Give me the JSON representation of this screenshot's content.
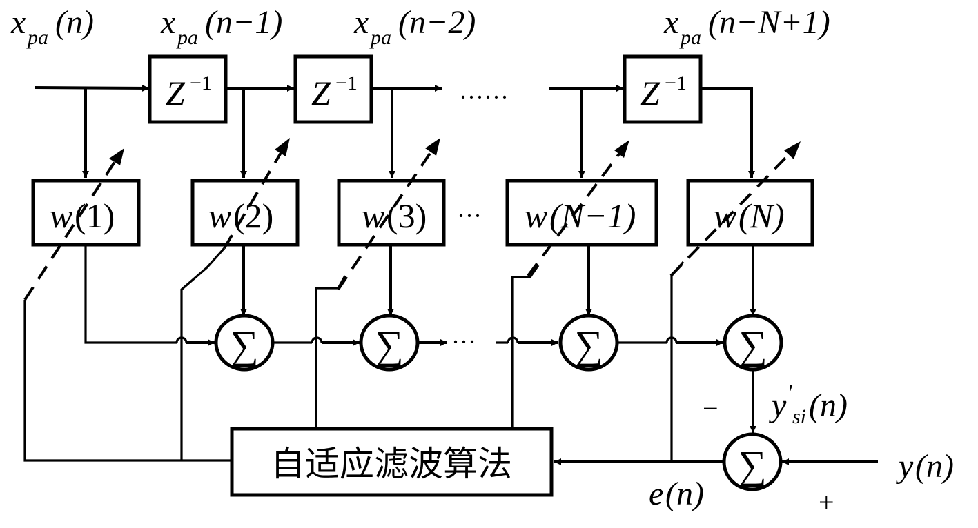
{
  "diagram": {
    "title": "Adaptive FIR filter for self-interference cancellation",
    "colors": {
      "stroke": "#000000",
      "background": "#ffffff"
    },
    "tap_labels": [
      {
        "var": "x",
        "sub": "pa",
        "arg": "(n)"
      },
      {
        "var": "x",
        "sub": "pa",
        "arg": "(n−1)"
      },
      {
        "var": "x",
        "sub": "pa",
        "arg": "(n−2)"
      },
      {
        "var": "x",
        "sub": "pa",
        "arg": "(n−N+1)"
      }
    ],
    "delay_blocks": [
      {
        "base": "Z",
        "exp": "−1"
      },
      {
        "base": "Z",
        "exp": "−1"
      },
      {
        "base": "Z",
        "exp": "−1"
      }
    ],
    "weight_blocks": [
      {
        "var": "w",
        "arg": "(1)"
      },
      {
        "var": "w",
        "arg": "(2)"
      },
      {
        "var": "w",
        "arg": "(3)"
      },
      {
        "var": "w",
        "arg": "(N−1)"
      },
      {
        "var": "w",
        "arg": "(N)"
      }
    ],
    "summer_symbol": "∑",
    "ellipsis_delay": "······",
    "ellipsis_weight": "···",
    "ellipsis_sum": "···",
    "algorithm_block": "自适应滤波算法",
    "output_label": {
      "var": "y",
      "prime": "′",
      "sub": "si",
      "arg": "(n)"
    },
    "reference_label": {
      "var": "y",
      "arg": "(n)"
    },
    "error_label": {
      "var": "e",
      "arg": "(n)"
    },
    "minus_sign": "−",
    "plus_sign": "+"
  }
}
